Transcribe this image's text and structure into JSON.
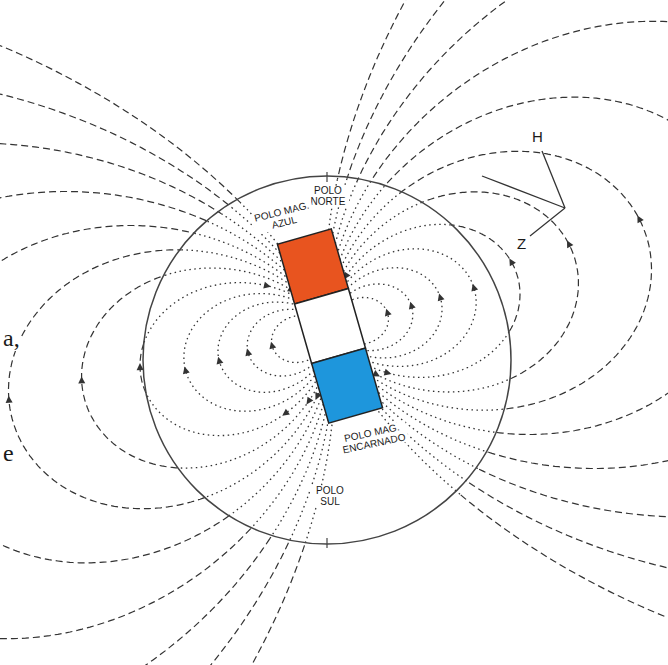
{
  "diagram": {
    "labels": [
      "POLO NORTE",
      "POLO MAG. AZUL",
      "POLO MAG. ENCARNADO",
      "POLO SUL",
      "H",
      "Z",
      "a,",
      "e"
    ]
  }
}
